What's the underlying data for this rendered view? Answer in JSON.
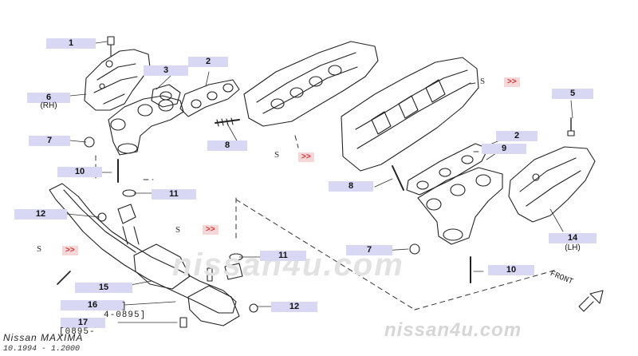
{
  "callouts": {
    "c1": "1",
    "c3": "3",
    "c2a": "2",
    "c6": "6",
    "c6sub": "(RH)",
    "c7a": "7",
    "c8a": "8",
    "c10a": "10",
    "c11a": "11",
    "c12a": "12",
    "c15": "15",
    "c16": "16",
    "c17": "17",
    "c11b": "11",
    "c12b": "12",
    "c5": "5",
    "c2b": "2",
    "c9": "9",
    "c8b": "8",
    "c14": "14",
    "c14sub": "(LH)",
    "c7b": "7",
    "c10b": "10"
  },
  "refs": {
    "r1": ">>",
    "r2": ">>",
    "r3": ">>",
    "r4": ">>"
  },
  "section_marks": {
    "s1": "S",
    "s2": "S",
    "s3": "S",
    "s4": "S"
  },
  "dates": {
    "d1": "4-0895]",
    "d2": "[0895-",
    "bracket": "]"
  },
  "footer": {
    "model": "Nissan MAXIMA",
    "daterange": "10.1994 - 1.2000"
  },
  "watermark": {
    "center": "nissan4u.com",
    "corner": "nissan4u.com"
  },
  "front_label": "FRONT"
}
